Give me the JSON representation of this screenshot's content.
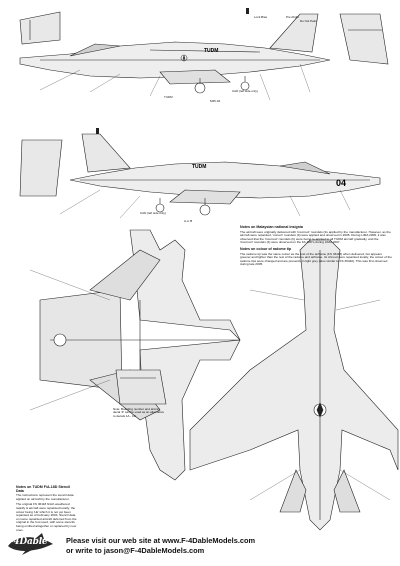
{
  "notes": {
    "malaysian_heading": "Notes on Malaysian national insignia",
    "malaysian_body": "The aircraft were originally delivered with 'incorrect' roundels (Its applied by the manufacturer. However, as the aircraft were repainted, 'correct' roundels (It) were applied and observed in 2005. During LIMA 2009, it was observed that the 'incorrect' roundels (It) were being re-applied to all TUDM aircraft gradually, and the 'incorrect' roundels (It) were observed on the FA-18D's during LIMA 2007.",
    "colour_heading": "Notes on colour of radome tip",
    "colour_body": "The radome tip was the same colour as the rest of the airframe (FS 36118) when delivered, but appears greener and lighter than the rest of the radome and airframe. Its shroud were repainted locally, the colour of the radome tips were changed and are presently in light grey (also similar to FS 36440). This was first observed during late 2005.",
    "stencil_heading": "Notes on TUDM F/A-18D Stencil Data",
    "stencil_body": "The instructions represent the stencil data applied on aircraft by the manufacturer.",
    "stencil_body2": "The original FS 36118 finish weathered rapidly & aircraft were repainted locally; the colour being 'LE' which it is not yet been repainted as of February 2004. Stencil data on some repainted aircraft deferred from the original in the font used, with some stencils being omitted altogether or replaced by new ones."
  },
  "wing_note": "Note: Boarding number and aircraft decal 'Z' can be used as an alternative to decals 1A - 1D.",
  "callouts": {
    "c1": "Lock Bias",
    "c2": "Pre-Flight",
    "c3": "Do Not Paint",
    "c4": "TUDM",
    "c5": "M45-04",
    "c6": "CAD (left side only)",
    "c7": "A or B",
    "c8": "CAD (left side only)"
  },
  "tail_code": "04",
  "footer": {
    "logo_text": "F-4Dable",
    "visit_line": "Please visit our web site at www.F-4DableModels.com",
    "write_line": "or write to jason@F-4DableModels.com"
  }
}
